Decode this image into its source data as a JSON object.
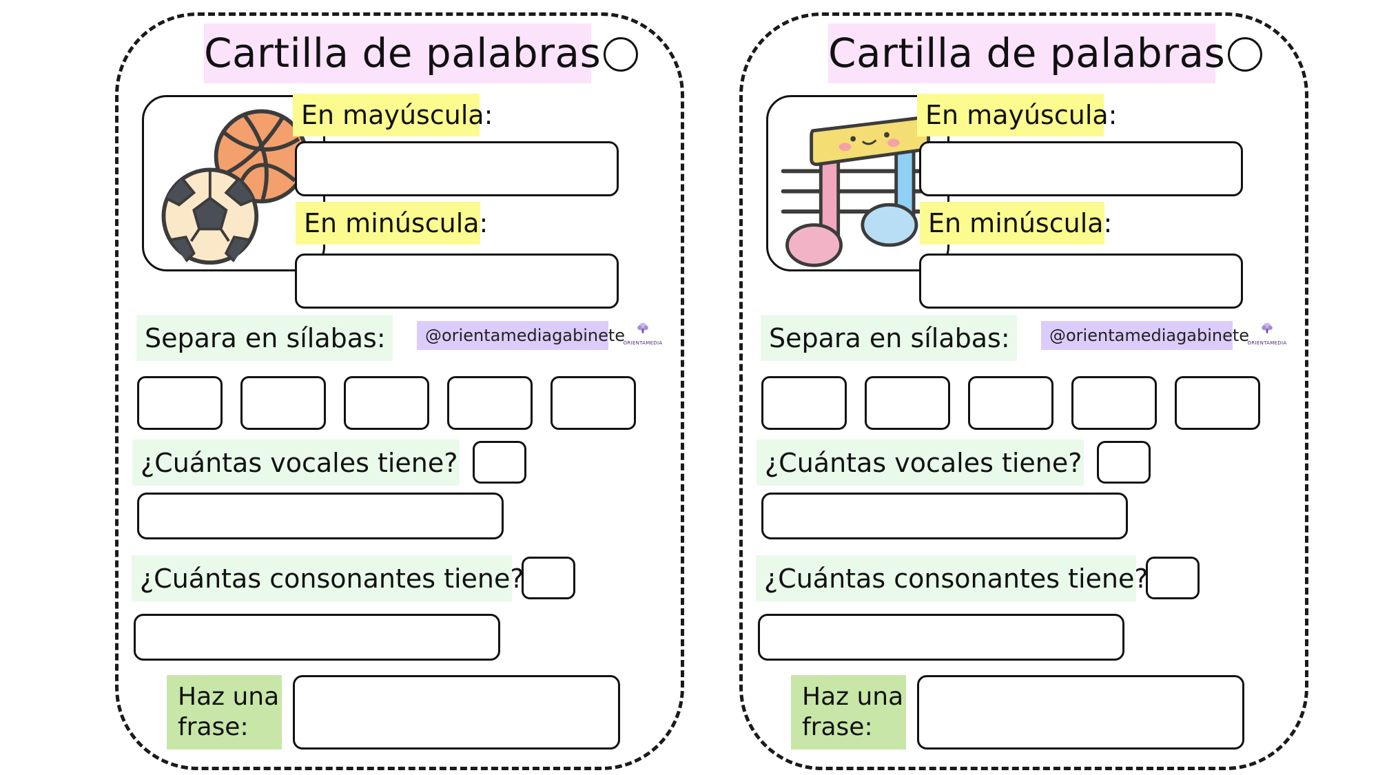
{
  "cards": [
    {
      "title": "Cartilla de palabras",
      "image": "sports-balls-icon",
      "uppercase_label": "En mayúscula:",
      "lowercase_label": "En minúscula:",
      "syllables_label": "Separa en sílabas:",
      "handle": "@orientamediagabinete",
      "logo_text": "ORIENTAMEDIA",
      "vowels_label": "¿Cuántas vocales tiene?",
      "consonants_label": "¿Cuántas consonantes tiene?",
      "sentence_label_line1": "Haz una",
      "sentence_label_line2": "frase:"
    },
    {
      "title": "Cartilla de palabras",
      "image": "music-note-icon",
      "uppercase_label": "En mayúscula:",
      "lowercase_label": "En minúscula:",
      "syllables_label": "Separa en sílabas:",
      "handle": "@orientamediagabinete",
      "logo_text": "ORIENTAMEDIA",
      "vowels_label": "¿Cuántas vocales tiene?",
      "consonants_label": "¿Cuántas consonantes tiene?",
      "sentence_label_line1": "Haz una",
      "sentence_label_line2": "frase:"
    }
  ],
  "colors": {
    "title_bg": "#fbe3fb",
    "yellow_label": "#fbfb8f",
    "mint_label": "#e9faea",
    "green_label": "#c8e6a8",
    "handle_bg": "#dcccfb"
  }
}
